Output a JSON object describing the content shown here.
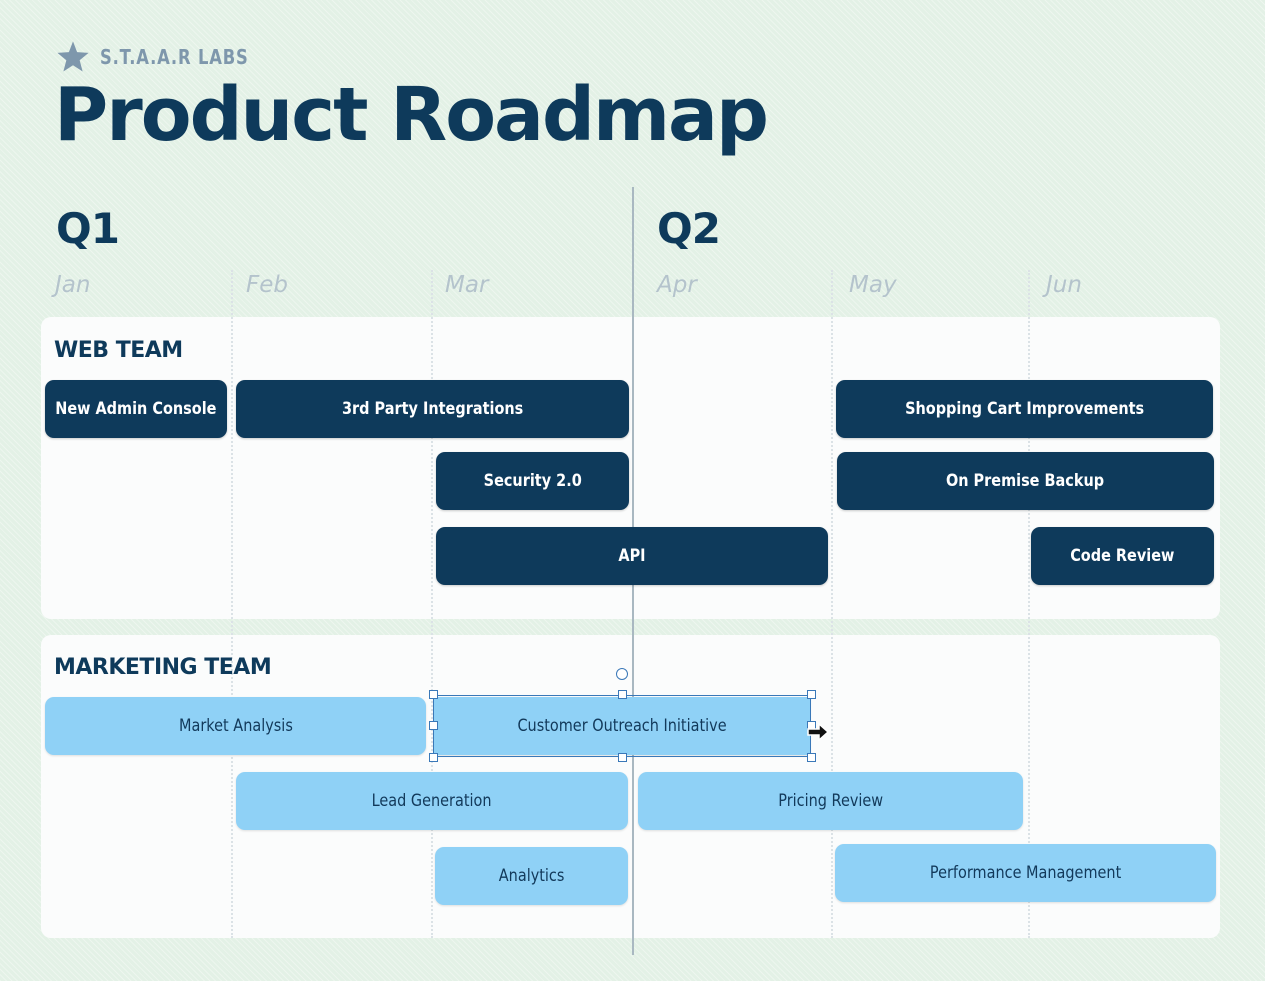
{
  "brand": {
    "name": "S.T.A.A.R LABS",
    "icon": "star-icon"
  },
  "title": "Product Roadmap",
  "quarters": [
    "Q1",
    "Q2"
  ],
  "months": [
    "Jan",
    "Feb",
    "Mar",
    "Apr",
    "May",
    "Jun"
  ],
  "teams": {
    "web": {
      "label": "WEB TEAM",
      "tasks": [
        "New Admin Console",
        "3rd Party Integrations",
        "Shopping Cart Improvements",
        "Security 2.0",
        "On Premise Backup",
        "API",
        "Code Review"
      ]
    },
    "marketing": {
      "label": "MARKETING TEAM",
      "tasks": [
        "Market Analysis",
        "Customer Outreach Initiative",
        "Lead Generation",
        "Pricing Review",
        "Analytics",
        "Performance Management"
      ]
    }
  },
  "colors": {
    "background": "#e3f1e6",
    "web_bar": "#0e3a5b",
    "marketing_bar": "#8fd1f6",
    "heading": "#0e3a5b",
    "selection": "#3a78b8"
  }
}
